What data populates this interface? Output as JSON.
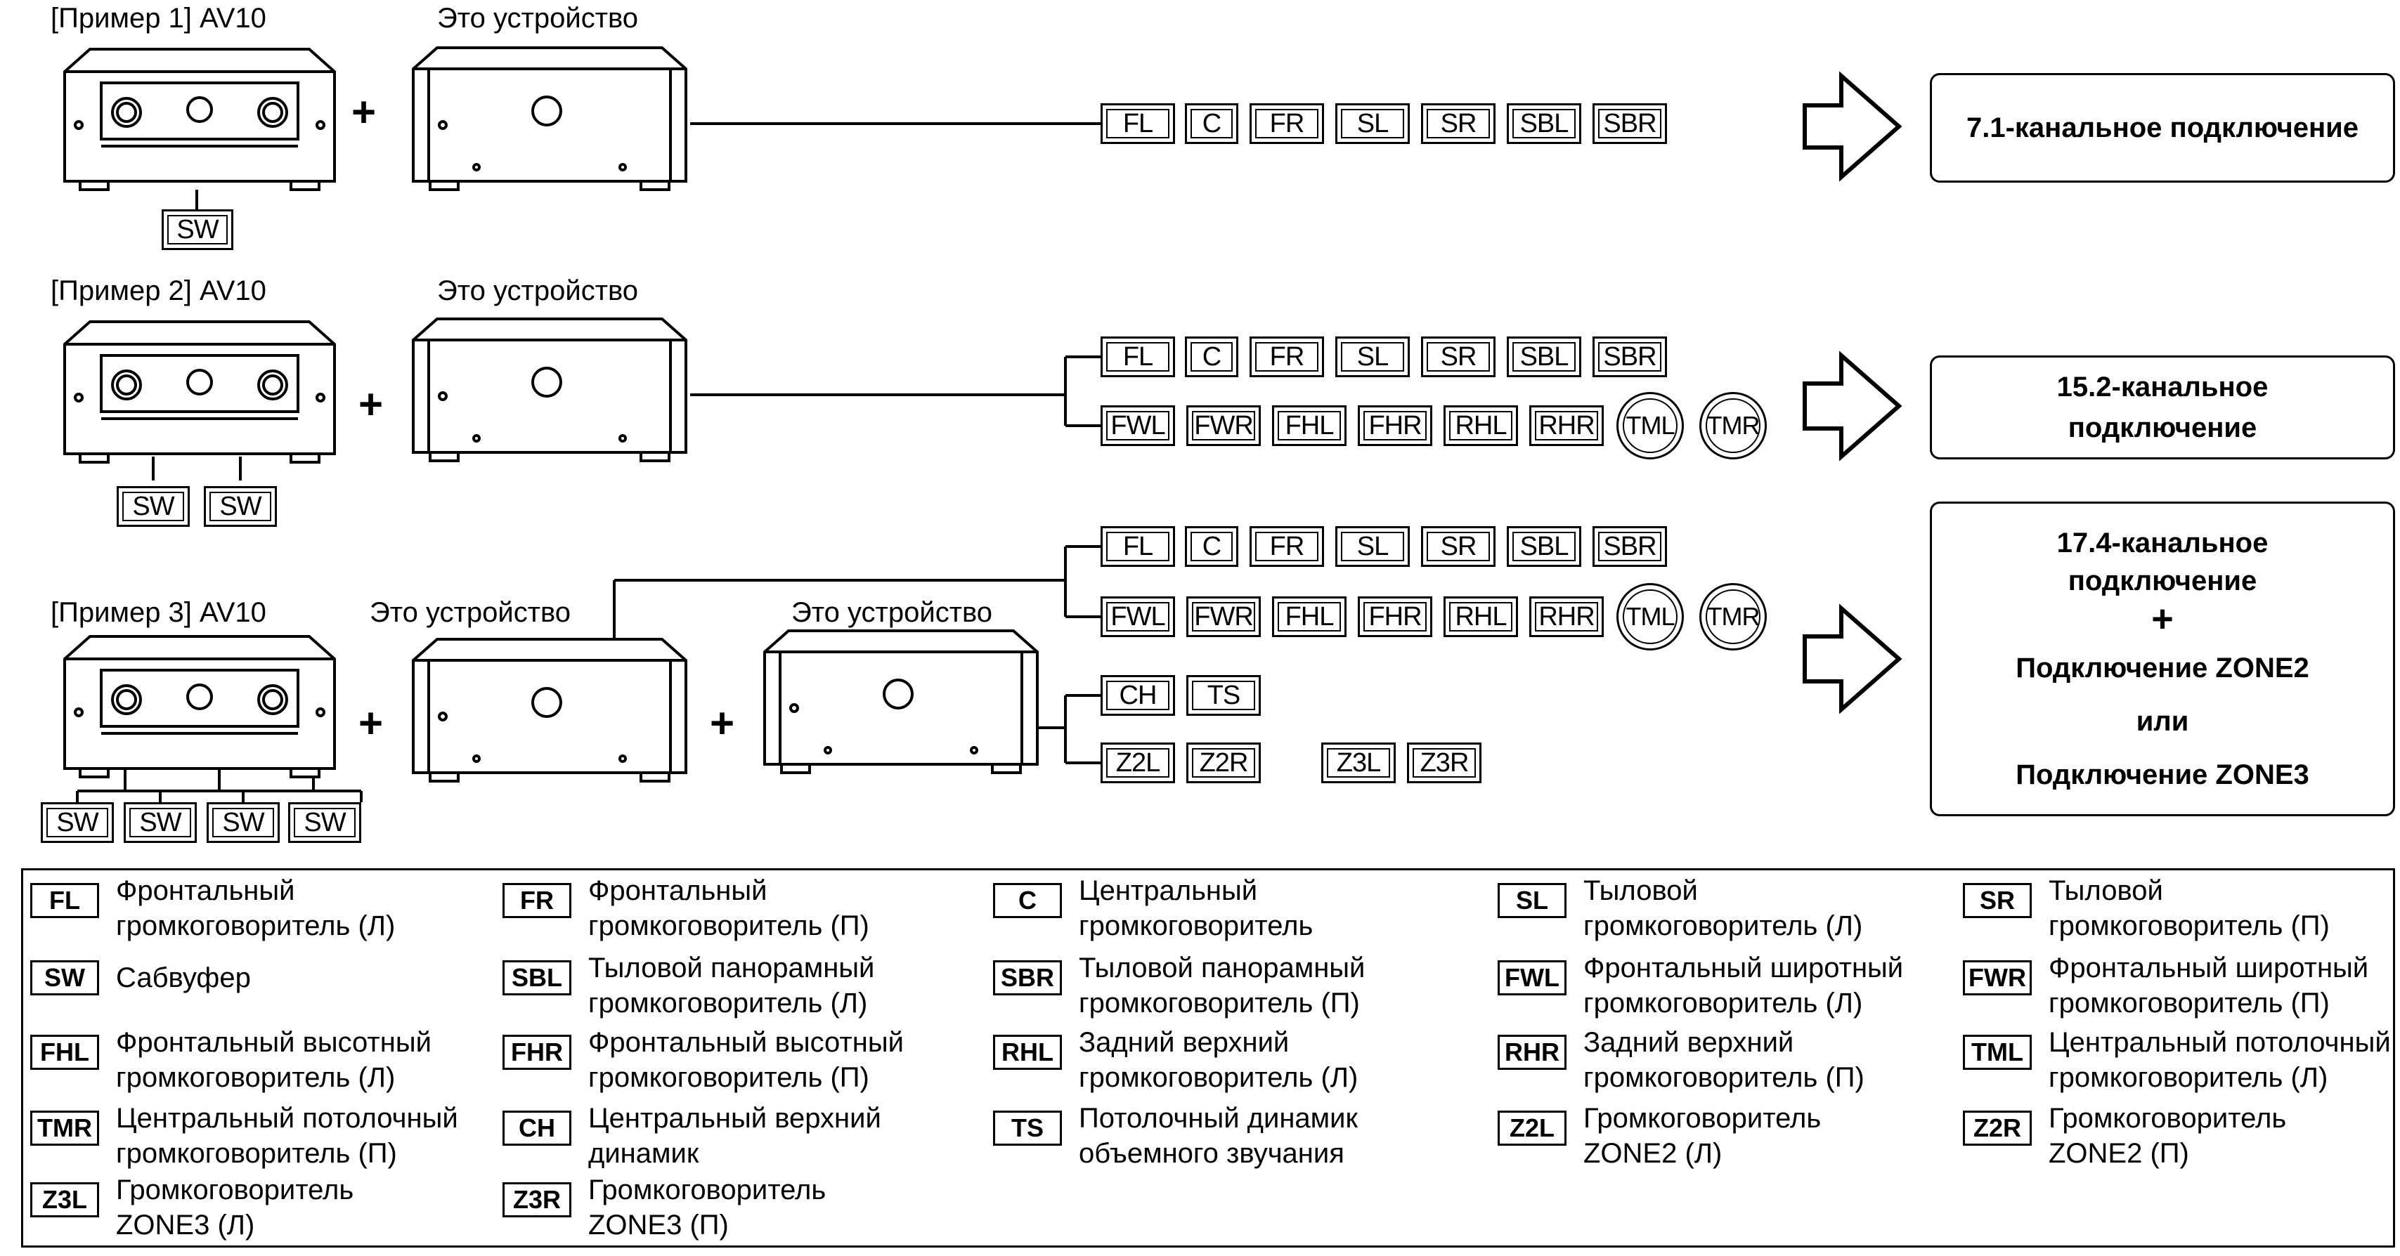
{
  "examples": [
    {
      "label": "[Пример 1] AV10",
      "device_label": "Это устройство"
    },
    {
      "label": "[Пример 2] AV10",
      "device_label": "Это устройство"
    },
    {
      "label": "[Пример 3] AV10",
      "device_label": "Это устройство",
      "device2_label": "Это устройство"
    }
  ],
  "plus": "+",
  "sw": "SW",
  "row_main": [
    "FL",
    "C",
    "FR",
    "SL",
    "SR",
    "SBL",
    "SBR"
  ],
  "row_ext": [
    "FWL",
    "FWR",
    "FHL",
    "FHR",
    "RHL",
    "RHR"
  ],
  "row_circ": [
    "TML",
    "TMR"
  ],
  "row_ch": [
    "CH",
    "TS"
  ],
  "row_zone": [
    "Z2L",
    "Z2R",
    "Z3L",
    "Z3R"
  ],
  "results": {
    "r1": "7.1-канальное подключение",
    "r2_l1": "15.2-канальное",
    "r2_l2": "подключение",
    "r3_l1": "17.4-канальное",
    "r3_l2": "подключение",
    "r3_plus": "+",
    "r3_l3": "Подключение ZONE2",
    "r3_l4": "или",
    "r3_l5": "Подключение ZONE3"
  },
  "legend": [
    {
      "abbr": "FL",
      "l1": "Фронтальный",
      "l2": "громкоговоритель (Л)"
    },
    {
      "abbr": "FR",
      "l1": "Фронтальный",
      "l2": "громкоговоритель (П)"
    },
    {
      "abbr": "C",
      "l1": "Центральный",
      "l2": "громкоговоритель"
    },
    {
      "abbr": "SL",
      "l1": "Тыловой",
      "l2": "громкоговоритель (Л)"
    },
    {
      "abbr": "SR",
      "l1": "Тыловой",
      "l2": "громкоговоритель (П)"
    },
    {
      "abbr": "SW",
      "l1": "Сабвуфер",
      "l2": ""
    },
    {
      "abbr": "SBL",
      "l1": "Тыловой панорамный",
      "l2": "громкоговоритель (Л)"
    },
    {
      "abbr": "SBR",
      "l1": "Тыловой панорамный",
      "l2": "громкоговоритель (П)"
    },
    {
      "abbr": "FWL",
      "l1": "Фронтальный широтный",
      "l2": "громкоговоритель (Л)"
    },
    {
      "abbr": "FWR",
      "l1": "Фронтальный широтный",
      "l2": "громкоговоритель (П)"
    },
    {
      "abbr": "FHL",
      "l1": "Фронтальный высотный",
      "l2": "громкоговоритель (Л)"
    },
    {
      "abbr": "FHR",
      "l1": "Фронтальный высотный",
      "l2": "громкоговоритель (П)"
    },
    {
      "abbr": "RHL",
      "l1": "Задний верхний",
      "l2": "громкоговоритель (Л)"
    },
    {
      "abbr": "RHR",
      "l1": "Задний верхний",
      "l2": "громкоговоритель (П)"
    },
    {
      "abbr": "TML",
      "l1": "Центральный потолочный",
      "l2": "громкоговоритель (Л)"
    },
    {
      "abbr": "TMR",
      "l1": "Центральный потолочный",
      "l2": "громкоговоритель (П)"
    },
    {
      "abbr": "CH",
      "l1": "Центральный верхний",
      "l2": "динамик"
    },
    {
      "abbr": "TS",
      "l1": "Потолочный динамик",
      "l2": "объемного звучания"
    },
    {
      "abbr": "Z2L",
      "l1": "Громкоговоритель",
      "l2": "ZONE2 (Л)"
    },
    {
      "abbr": "Z2R",
      "l1": "Громкоговоритель",
      "l2": "ZONE2 (П)"
    },
    {
      "abbr": "Z3L",
      "l1": "Громкоговоритель",
      "l2": "ZONE3 (Л)"
    },
    {
      "abbr": "Z3R",
      "l1": "Громкоговоритель",
      "l2": "ZONE3 (П)"
    }
  ]
}
